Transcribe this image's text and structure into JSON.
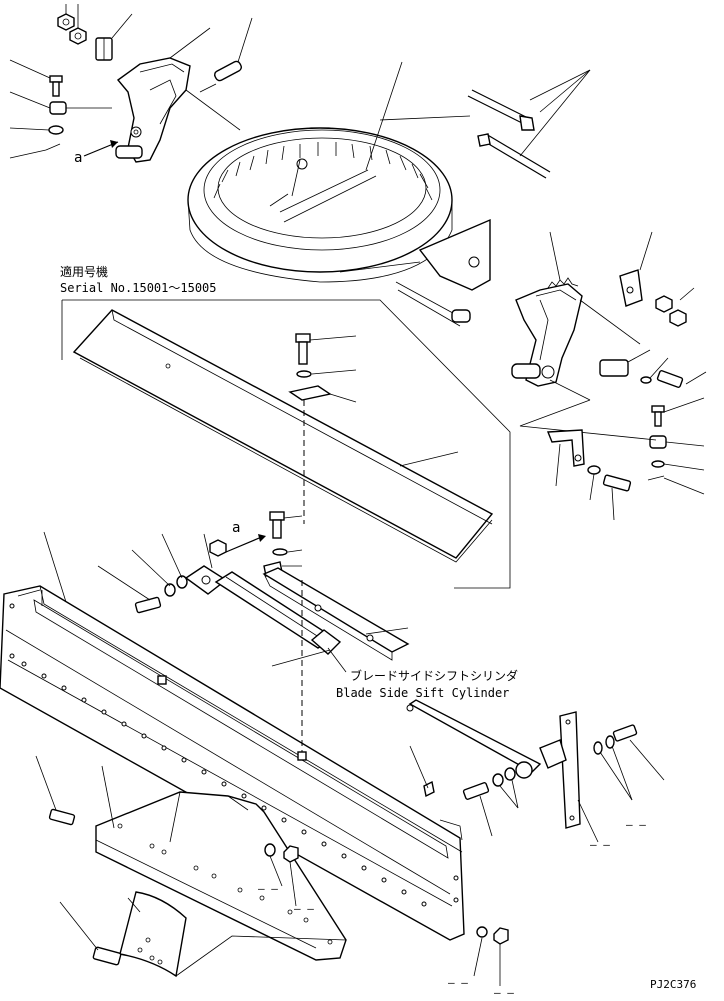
{
  "labels": {
    "serial_applicable_jp": "適用号機",
    "serial_range": "Serial No.15001～15005",
    "cylinder_name_jp": "ブレードサイドシフトシリンダ",
    "cylinder_name_en": "Blade Side Sift Cylinder",
    "reference_letter_top": "a",
    "reference_letter_mid": "a",
    "drawing_code": "PJ2C376"
  },
  "placeholders": {
    "mark1": "‒ ‒",
    "mark2": "‒ ‒",
    "mark3": "‒ ‒",
    "mark4": "‒ ‒",
    "mark5": "‒ ‒",
    "mark6": "‒ ‒"
  }
}
